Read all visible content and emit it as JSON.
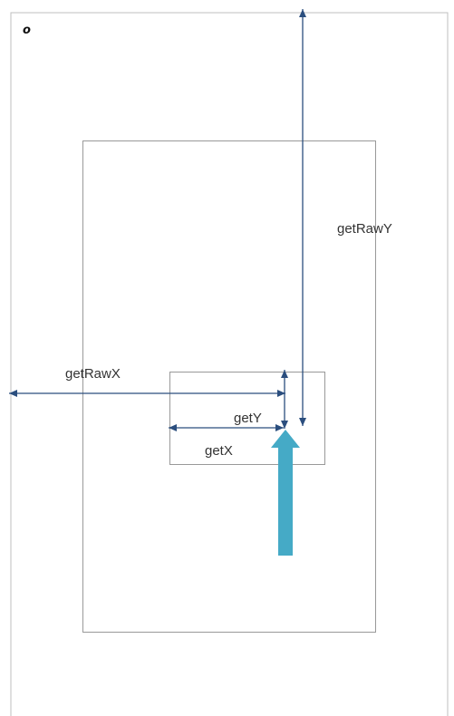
{
  "diagram": {
    "origin_label": "o",
    "labels": {
      "raw_y": "getRawY",
      "raw_x": "getRawX",
      "y": "getY",
      "x": "getX"
    },
    "colors": {
      "screen_border": "#bfbfbf",
      "view_border": "#999999",
      "measure_arrow": "#2b4e7e",
      "touch_pointer": "#45aac6"
    },
    "icons": {
      "touch_pointer": "touch-pointer-arrow-icon"
    }
  }
}
